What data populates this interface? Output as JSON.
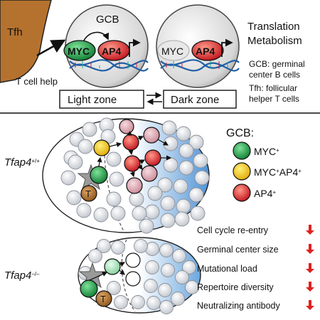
{
  "top": {
    "tfh": "Tfh",
    "gcb": "GCB",
    "myc": "MYC",
    "ap4": "AP4",
    "t_cell_help": "T cell help",
    "translation": "Translation",
    "metabolism": "Metabolism",
    "gcb_def_1": "GCB: germinal",
    "gcb_def_2": "center B cells",
    "tfh_def_1": "Tfh: follicular",
    "tfh_def_2": "helper T cells",
    "light_zone": "Light zone",
    "dark_zone": "Dark zone"
  },
  "legend": {
    "title": "GCB:",
    "items": [
      {
        "label": "MYC",
        "sup": "+",
        "color": "#1a9641"
      },
      {
        "label": "MYC",
        "sup": "+",
        "label2": "AP4",
        "sup2": "+",
        "color": "#f2c200"
      },
      {
        "label": "AP4",
        "sup": "+",
        "color": "#e02020"
      }
    ]
  },
  "wt": {
    "genotype": "Tfap4",
    "sup": "+/+",
    "t_label": "T"
  },
  "ko": {
    "genotype": "Tfap4",
    "sup": "–/–",
    "t_label": "T"
  },
  "effects": {
    "items": [
      "Cell cycle re-entry",
      "Germinal center size",
      "Mutational load",
      "Repertoire diversity",
      "Neutralizing antibody"
    ],
    "arrow_color": "#e02020"
  },
  "colors": {
    "tfh": "#b5722e",
    "myc_green": "#1a9641",
    "ap4_red": "#e02020",
    "yellow": "#f2c200",
    "pink": "#d99aa4",
    "dna": "#1f5fa8"
  }
}
